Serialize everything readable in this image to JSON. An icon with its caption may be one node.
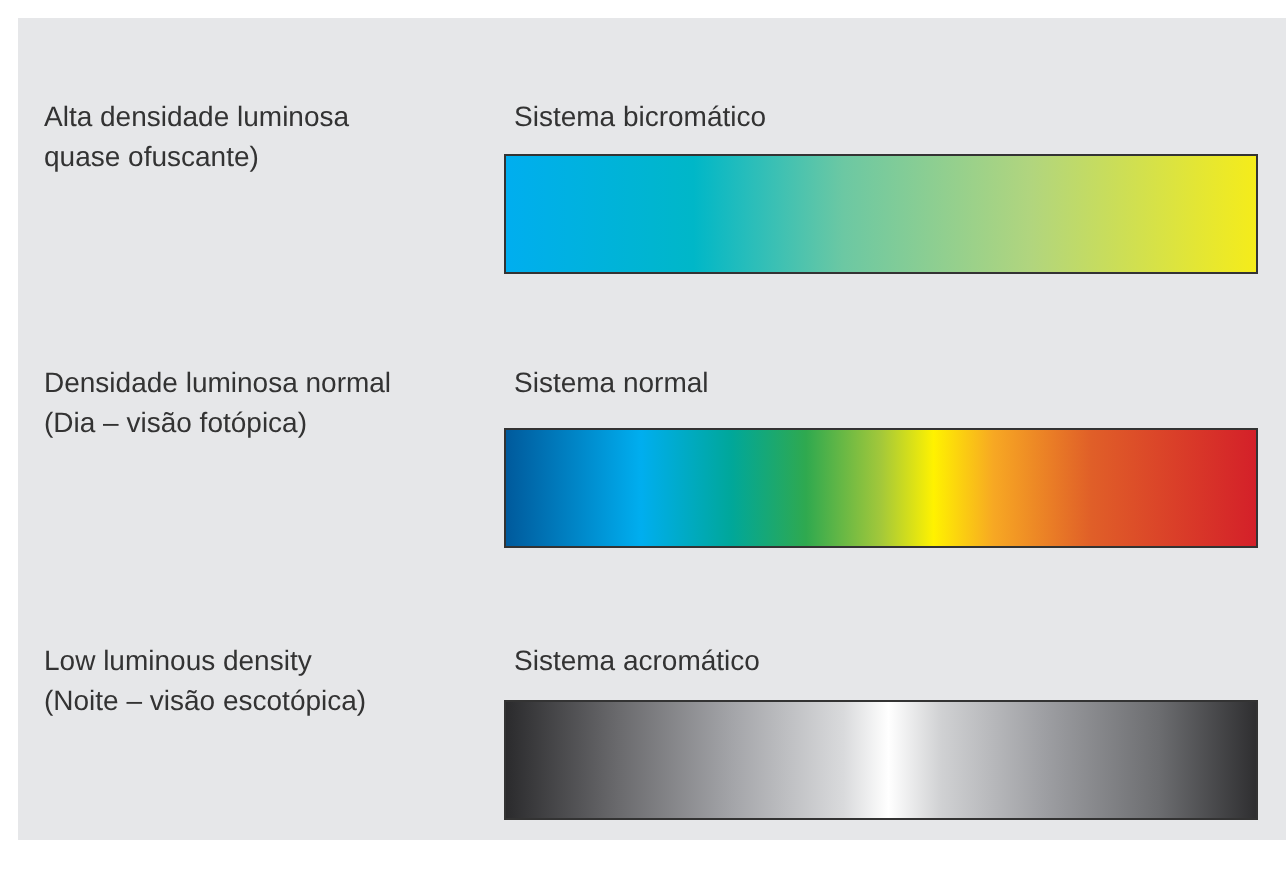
{
  "diagram": {
    "nodes": [
      {
        "text": [],
        "shape": "bar",
        "beside": [
          "Sistema bicromático"
        ]
      },
      {
        "text": [],
        "shape": "bar",
        "beside": [
          "Sistema normal"
        ]
      },
      {
        "text": [],
        "shape": "bar",
        "beside": [
          "Sistema acromático"
        ]
      }
    ],
    "labels": [
      "Alta densidade luminosa quase ofuscante)",
      "Densidade luminosa normal (Dia – visão fotópica)",
      "Low luminous density (Noite – visão escotópica)"
    ]
  }
}
